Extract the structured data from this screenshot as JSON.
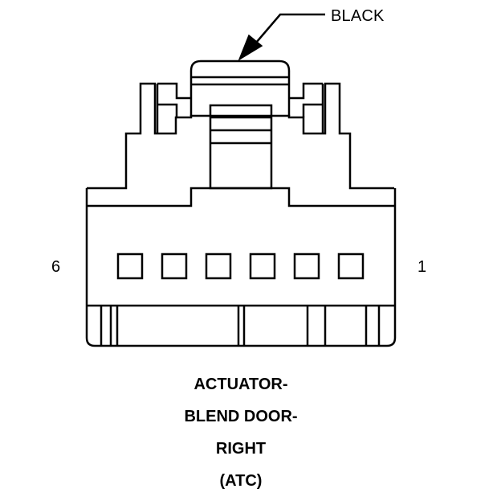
{
  "diagram": {
    "connector_color": "BLACK",
    "pin_left": "6",
    "pin_right": "1",
    "title_lines": [
      "ACTUATOR-",
      "BLEND DOOR-",
      "RIGHT",
      "(ATC)"
    ],
    "cavity_count": 6,
    "colors": {
      "stroke": "#000000",
      "background": "#ffffff"
    }
  }
}
